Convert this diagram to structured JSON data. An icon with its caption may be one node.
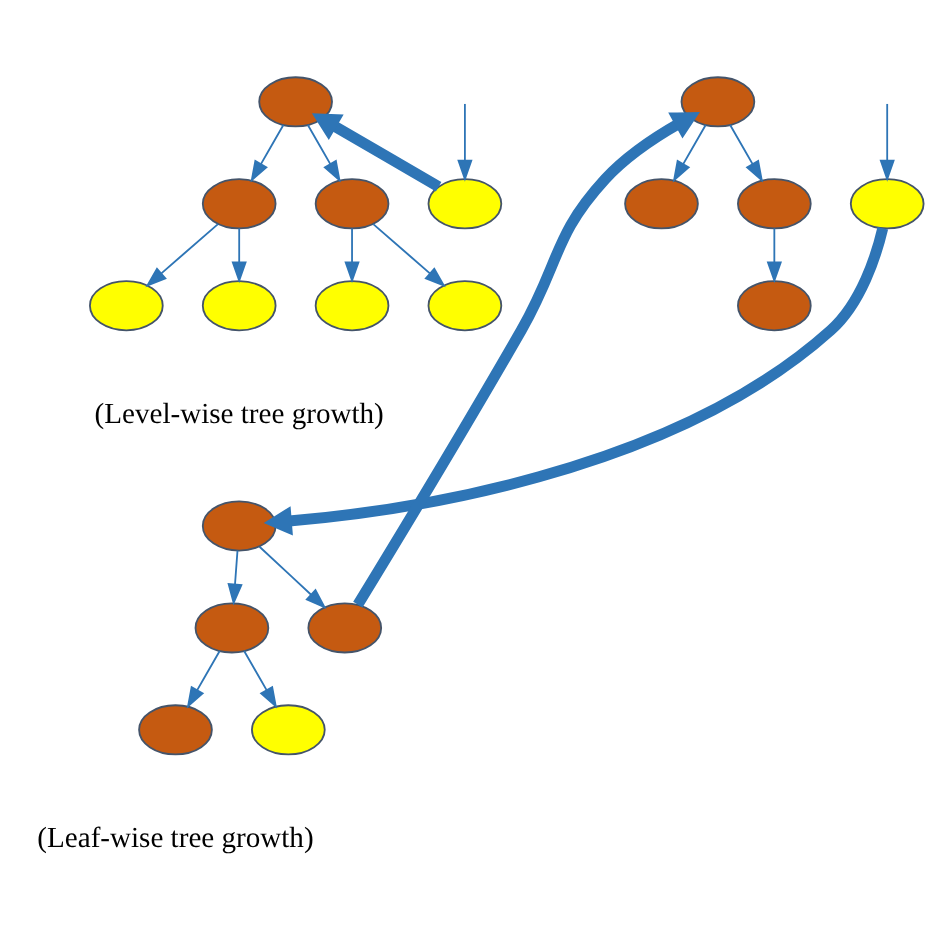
{
  "diagram": {
    "nodes": [
      {
        "text": [],
        "shape": "ellipse"
      },
      {
        "text": [],
        "shape": "ellipse"
      },
      {
        "text": [],
        "shape": "ellipse"
      },
      {
        "text": [],
        "shape": "ellipse"
      },
      {
        "text": [],
        "shape": "ellipse"
      },
      {
        "text": [],
        "shape": "ellipse"
      },
      {
        "text": [],
        "shape": "ellipse"
      },
      {
        "text": [],
        "shape": "ellipse"
      },
      {
        "text": [],
        "shape": "ellipse"
      },
      {
        "text": [],
        "shape": "ellipse"
      },
      {
        "text": [],
        "shape": "ellipse"
      },
      {
        "text": [],
        "shape": "ellipse"
      },
      {
        "text": [],
        "shape": "ellipse"
      },
      {
        "text": [],
        "shape": "ellipse"
      },
      {
        "text": [],
        "shape": "ellipse"
      },
      {
        "text": [],
        "shape": "ellipse"
      },
      {
        "text": [],
        "shape": "ellipse"
      },
      {
        "text": [],
        "shape": "ellipse"
      }
    ],
    "edges": [
      {
        "from": null,
        "to": 0,
        "arrow": "to"
      },
      {
        "from": 0,
        "to": 1,
        "arrow": "to",
        "style": "thick"
      },
      {
        "from": 1,
        "to": 2,
        "arrow": "to"
      },
      {
        "from": 1,
        "to": 3,
        "arrow": "to"
      },
      {
        "from": 2,
        "to": 4,
        "arrow": "to"
      },
      {
        "from": 2,
        "to": 5,
        "arrow": "to"
      },
      {
        "from": 3,
        "to": 6,
        "arrow": "to"
      },
      {
        "from": 3,
        "to": 7,
        "arrow": "to"
      },
      {
        "from": null,
        "to": 8,
        "arrow": "to"
      },
      {
        "from": 8,
        "to": 9,
        "arrow": "to",
        "style": "thick"
      },
      {
        "from": 9,
        "to": 10,
        "arrow": "to"
      },
      {
        "from": 9,
        "to": 11,
        "arrow": "to"
      },
      {
        "from": 10,
        "to": 12,
        "arrow": "to"
      },
      {
        "from": 10,
        "to": 13,
        "arrow": "to"
      },
      {
        "from": 11,
        "to": 14,
        "arrow": "to",
        "style": "thick"
      },
      {
        "from": 14,
        "to": 15,
        "arrow": "to"
      },
      {
        "from": 14,
        "to": 16,
        "arrow": "to"
      },
      {
        "from": 16,
        "to": 17,
        "arrow": "to"
      }
    ],
    "labels": [
      "(Level-wise tree growth)",
      "(Leaf-wise tree growth)"
    ]
  }
}
